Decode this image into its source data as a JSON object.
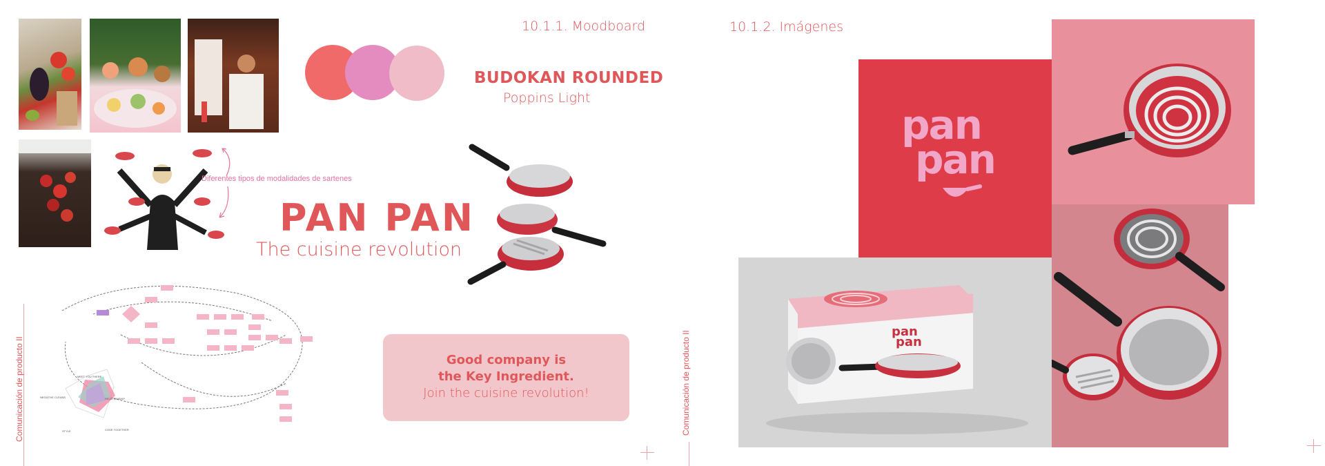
{
  "left_page": {
    "section_title": "10.1.1. Moodboard",
    "vertical_label": "Comunicación de producto II",
    "typography": {
      "primary_font": "BUDOKAN ROUNDED",
      "secondary_font": "Poppins Light"
    },
    "palette": [
      "#f06a6a",
      "#e48cbf",
      "#efbcc7"
    ],
    "annotation": "Diferentes tipos de modalidades de sartenes",
    "brand": {
      "name": "PAN PAN",
      "tagline": "The cuisine revolution"
    },
    "slogan": {
      "line1": "Good company is",
      "line2": "the Key Ingredient.",
      "line3": "Join the cuisine revolution!"
    },
    "radar_labels": [
      "MEET YOU THERE",
      "RELATIONSHIP",
      "CODE TOGETHER",
      "STYLE",
      "NEGATIVE CLEANS"
    ]
  },
  "right_page": {
    "section_title": "10.1.2. Imágenes",
    "vertical_label": "Comunicación de producto II",
    "logo_lines": [
      "pan",
      "pan"
    ],
    "box_logo_lines": [
      "pan",
      "pan"
    ]
  },
  "colors": {
    "accent": "#e0575a",
    "logo_red": "#dd3c48",
    "logo_pink": "#f2a6c8",
    "panel_pink": "#e8909b",
    "panel_rose": "#d4868f",
    "slogan_bg": "#f2c7cc"
  }
}
